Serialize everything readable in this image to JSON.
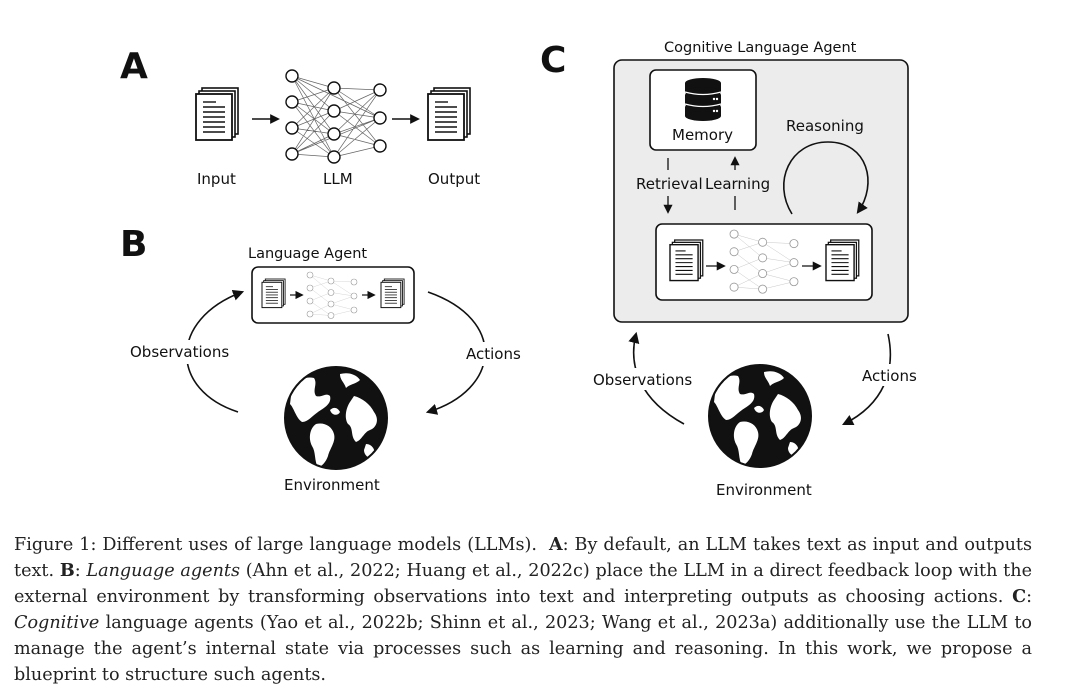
{
  "figure": {
    "panel_a": {
      "letter": "A",
      "input_label": "Input",
      "llm_label": "LLM",
      "output_label": "Output"
    },
    "panel_b": {
      "letter": "B",
      "agent_title": "Language Agent",
      "observations_label": "Observations",
      "actions_label": "Actions",
      "environment_label": "Environment"
    },
    "panel_c": {
      "letter": "C",
      "agent_title": "Cognitive Language Agent",
      "memory_label": "Memory",
      "reasoning_label": "Reasoning",
      "retrieval_label": "Retrieval",
      "learning_label": "Learning",
      "observations_label": "Observations",
      "actions_label": "Actions",
      "environment_label": "Environment"
    }
  },
  "caption": {
    "figure_label": "Figure 1:",
    "intro": "Different uses of large language models (LLMs).",
    "a_label": "A",
    "a_text": ": By default, an LLM takes text as input and outputs text.",
    "b_label": "B",
    "b_sep": ": ",
    "b_italic": "Language agents",
    "b_text": " (Ahn et al., 2022; Huang et al., 2022c) place the LLM in a direct feedback loop with the external environment by transforming observations into text and interpreting outputs as choosing actions.",
    "c_label": "C",
    "c_sep": ": ",
    "c_italic": "Cognitive",
    "c_text": " language agents (Yao et al., 2022b; Shinn et al., 2023; Wang et al., 2023a) additionally use the LLM to manage the agent’s internal state via processes such as learning and reasoning. In this work, we propose a blueprint to structure such agents."
  },
  "icons": {
    "document": "document-icon",
    "network": "neural-network-icon",
    "globe": "globe-icon",
    "database": "database-icon"
  }
}
